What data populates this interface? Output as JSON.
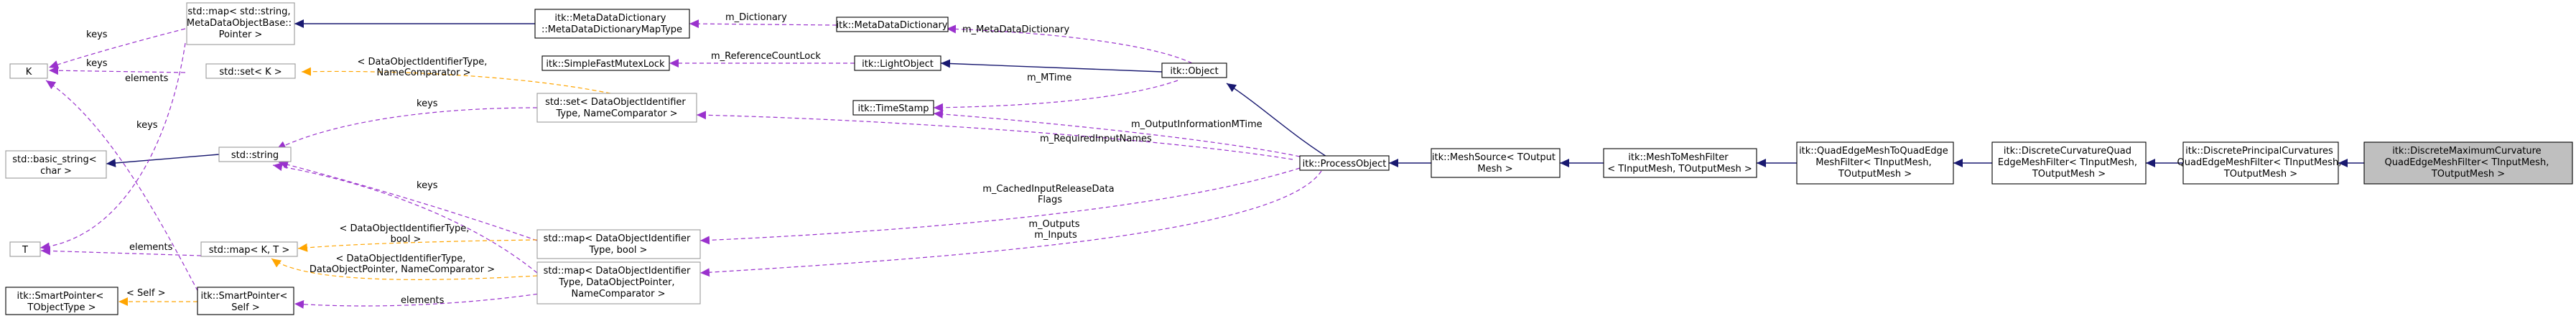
{
  "colors": {
    "inherit": "#191970",
    "usage": "#9a32cd",
    "template": "#ffa500",
    "focus_fill": "#bfbfbf"
  },
  "nodes": {
    "n_k": [
      "K"
    ],
    "n_t": [
      "T"
    ],
    "n_map_string_mdo": [
      "std::map< std::string,",
      "MetaDataObjectBase::",
      "Pointer >"
    ],
    "n_set_k": [
      "std::set< K >"
    ],
    "n_basic_string": [
      "std::basic_string<",
      "char >"
    ],
    "n_string": [
      "std::string"
    ],
    "n_map_kt": [
      "std::map< K, T >"
    ],
    "n_sp_tobj": [
      "itk::SmartPointer<",
      "TObjectType >"
    ],
    "n_sp_self": [
      "itk::SmartPointer<",
      "Self >"
    ],
    "n_mdd_maptype": [
      "itk::MetaDataDictionary",
      "::MetaDataDictionaryMapType"
    ],
    "n_sfml": [
      "itk::SimpleFastMutexLock"
    ],
    "n_set_doi": [
      "std::set< DataObjectIdentifier",
      "Type, NameComparator >"
    ],
    "n_map_doi_bool": [
      "std::map< DataObjectIdentifier",
      "Type, bool >"
    ],
    "n_map_doi_ptr": [
      "std::map< DataObjectIdentifier",
      "Type, DataObjectPointer,",
      "NameComparator >"
    ],
    "n_mdd": [
      "itk::MetaDataDictionary"
    ],
    "n_lightobject": [
      "itk::LightObject"
    ],
    "n_timestamp": [
      "itk::TimeStamp"
    ],
    "n_object": [
      "itk::Object"
    ],
    "n_processobject": [
      "itk::ProcessObject"
    ],
    "n_meshsource": [
      "itk::MeshSource< TOutput",
      "Mesh >"
    ],
    "n_meshtomesh": [
      "itk::MeshToMeshFilter",
      "< TInputMesh, TOutputMesh >"
    ],
    "n_qe2qe": [
      "itk::QuadEdgeMeshToQuadEdge",
      "MeshFilter< TInputMesh,",
      "TOutputMesh >"
    ],
    "n_dcurv": [
      "itk::DiscreteCurvatureQuad",
      "EdgeMeshFilter< TInputMesh,",
      "TOutputMesh >"
    ],
    "n_dprinc": [
      "itk::DiscretePrincipalCurvatures",
      "QuadEdgeMeshFilter< TInputMesh,",
      "TOutputMesh >"
    ],
    "n_dmax": [
      "itk::DiscreteMaximumCurvature",
      "QuadEdgeMeshFilter< TInputMesh,",
      "TOutputMesh >"
    ]
  },
  "edge_labels": {
    "keys_1": "keys",
    "keys_2": "keys",
    "elements_1": "elements",
    "keys_3": "keys",
    "set_tpl": [
      "< DataObjectIdentifierType,",
      "NameComparator >"
    ],
    "keys_4": "keys",
    "keys_5": "keys",
    "elements_2": "elements",
    "map_tpl_bool": [
      "< DataObjectIdentifierType,",
      "bool >"
    ],
    "map_tpl_ptr": [
      "< DataObjectIdentifierType,",
      "DataObjectPointer, NameComparator >"
    ],
    "self_tpl": "< Self >",
    "elements_3": "elements",
    "m_dictionary": "m_Dictionary",
    "m_refcountlock": "m_ReferenceCountLock",
    "m_metadatadictionary": "m_MetaDataDictionary",
    "m_mtime": "m_MTime",
    "m_outputinfomtime": "m_OutputInformationMTime",
    "m_requiredinputnames": "m_RequiredInputNames",
    "m_cachedinputrelease": [
      "m_CachedInputReleaseData",
      "Flags"
    ],
    "m_outputs_inputs": [
      "m_Outputs",
      "m_Inputs"
    ]
  }
}
